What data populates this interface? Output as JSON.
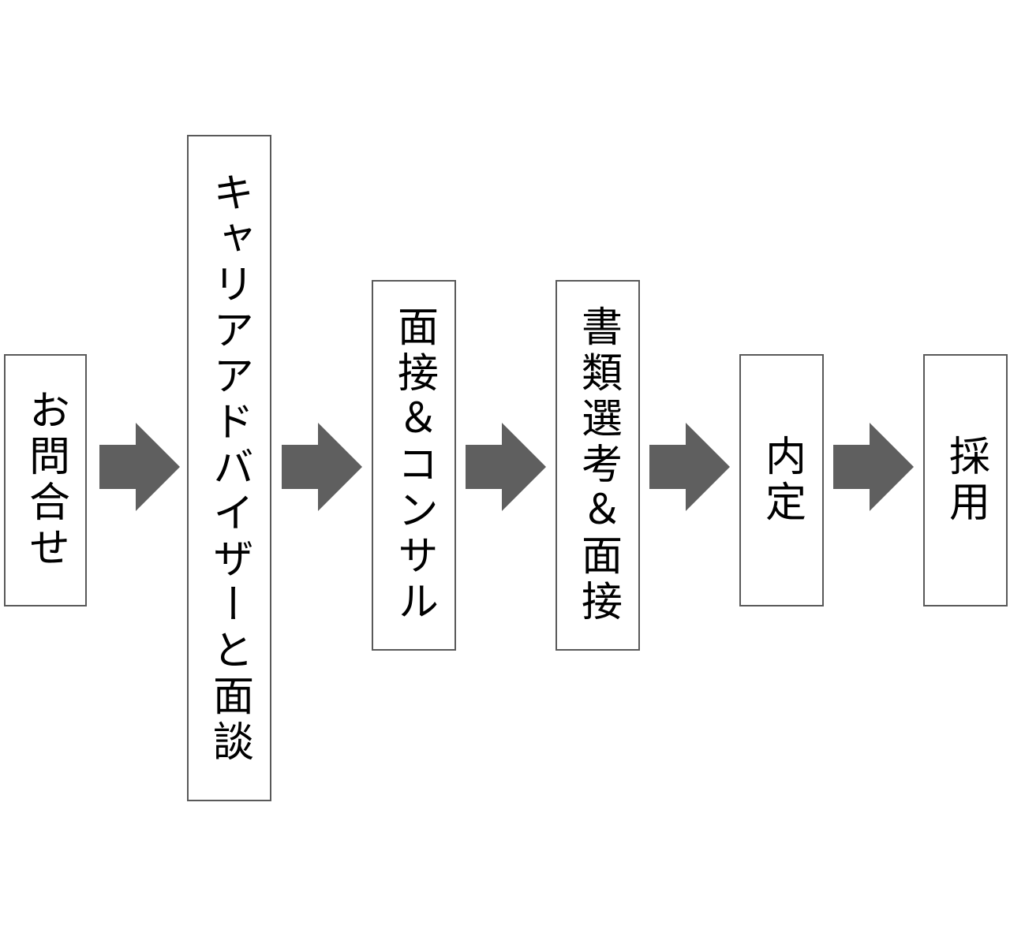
{
  "steps": [
    {
      "label": "お問合せ"
    },
    {
      "label": "キャリアアドバイザーと面談"
    },
    {
      "label": "面接＆コンサル"
    },
    {
      "label": "書類選考＆面接"
    },
    {
      "label": "内定"
    },
    {
      "label": "採用"
    }
  ],
  "colors": {
    "arrow": "#5f5f5f",
    "box_border": "#595959",
    "text": "#000000",
    "background": "#ffffff"
  },
  "icons": {
    "connector": "right-arrow-icon"
  }
}
